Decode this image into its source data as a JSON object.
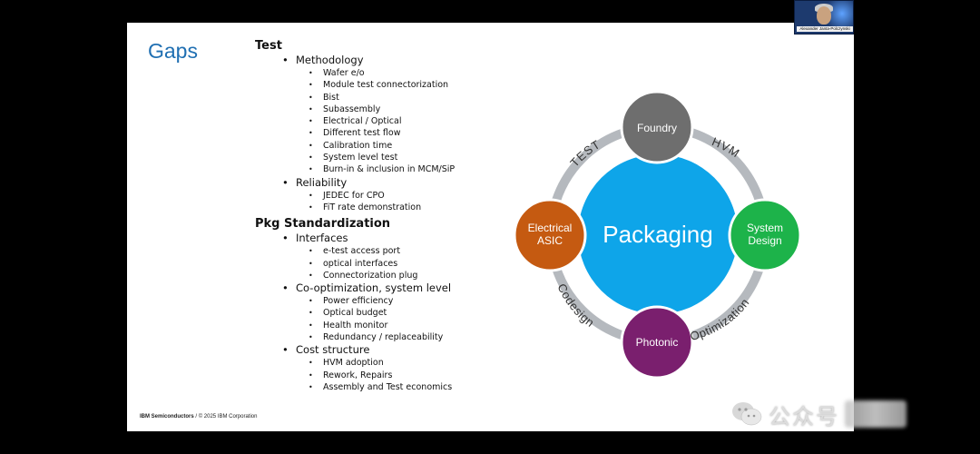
{
  "slide": {
    "title": "Gaps",
    "footer_brand": "IBM Semiconductors",
    "footer_text": "/  © 2025 IBM Corporation",
    "sections": [
      {
        "heading": "Test",
        "items": [
          {
            "label": "Methodology",
            "subitems": [
              "Wafer e/o",
              "Module test connectorization",
              "Bist",
              "Subassembly",
              "Electrical / Optical",
              "Different test flow",
              "Calibration time",
              "System level test",
              "Burn-in & inclusion in MCM/SiP"
            ]
          },
          {
            "label": "Reliability",
            "subitems": [
              "JEDEC for CPO",
              "FiT rate demonstration"
            ]
          }
        ]
      },
      {
        "heading": "Pkg Standardization",
        "items": [
          {
            "label": "Interfaces",
            "subitems": [
              "e-test access port",
              "optical interfaces",
              "Connectorization plug"
            ]
          },
          {
            "label": "Co-optimization, system level",
            "subitems": [
              "Power efficiency",
              "Optical budget",
              "Health monitor",
              "Redundancy / replaceability"
            ]
          },
          {
            "label": "Cost structure",
            "subitems": [
              "HVM adoption",
              "Rework, Repairs",
              "Assembly and Test economics"
            ]
          }
        ]
      }
    ]
  },
  "diagram": {
    "center": "Packaging",
    "nodes": {
      "top": "Foundry",
      "left_line1": "Electrical",
      "left_line2": "ASIC",
      "right_line1": "System",
      "right_line2": "Design",
      "bottom": "Photonic"
    },
    "arc_labels": {
      "top_left": "TEST",
      "top_right": "HVM",
      "bottom_left": "Codesign",
      "bottom_right": "Optimization"
    },
    "colors": {
      "center": "#0ea5e9",
      "top": "#6e6e6e",
      "left": "#c55a11",
      "right": "#1db34a",
      "bottom": "#7a1f6e",
      "ring": "#b5b9be"
    }
  },
  "webcam": {
    "name": "Alexander Janta-Polczynski"
  },
  "watermark": {
    "text": "公众号"
  }
}
